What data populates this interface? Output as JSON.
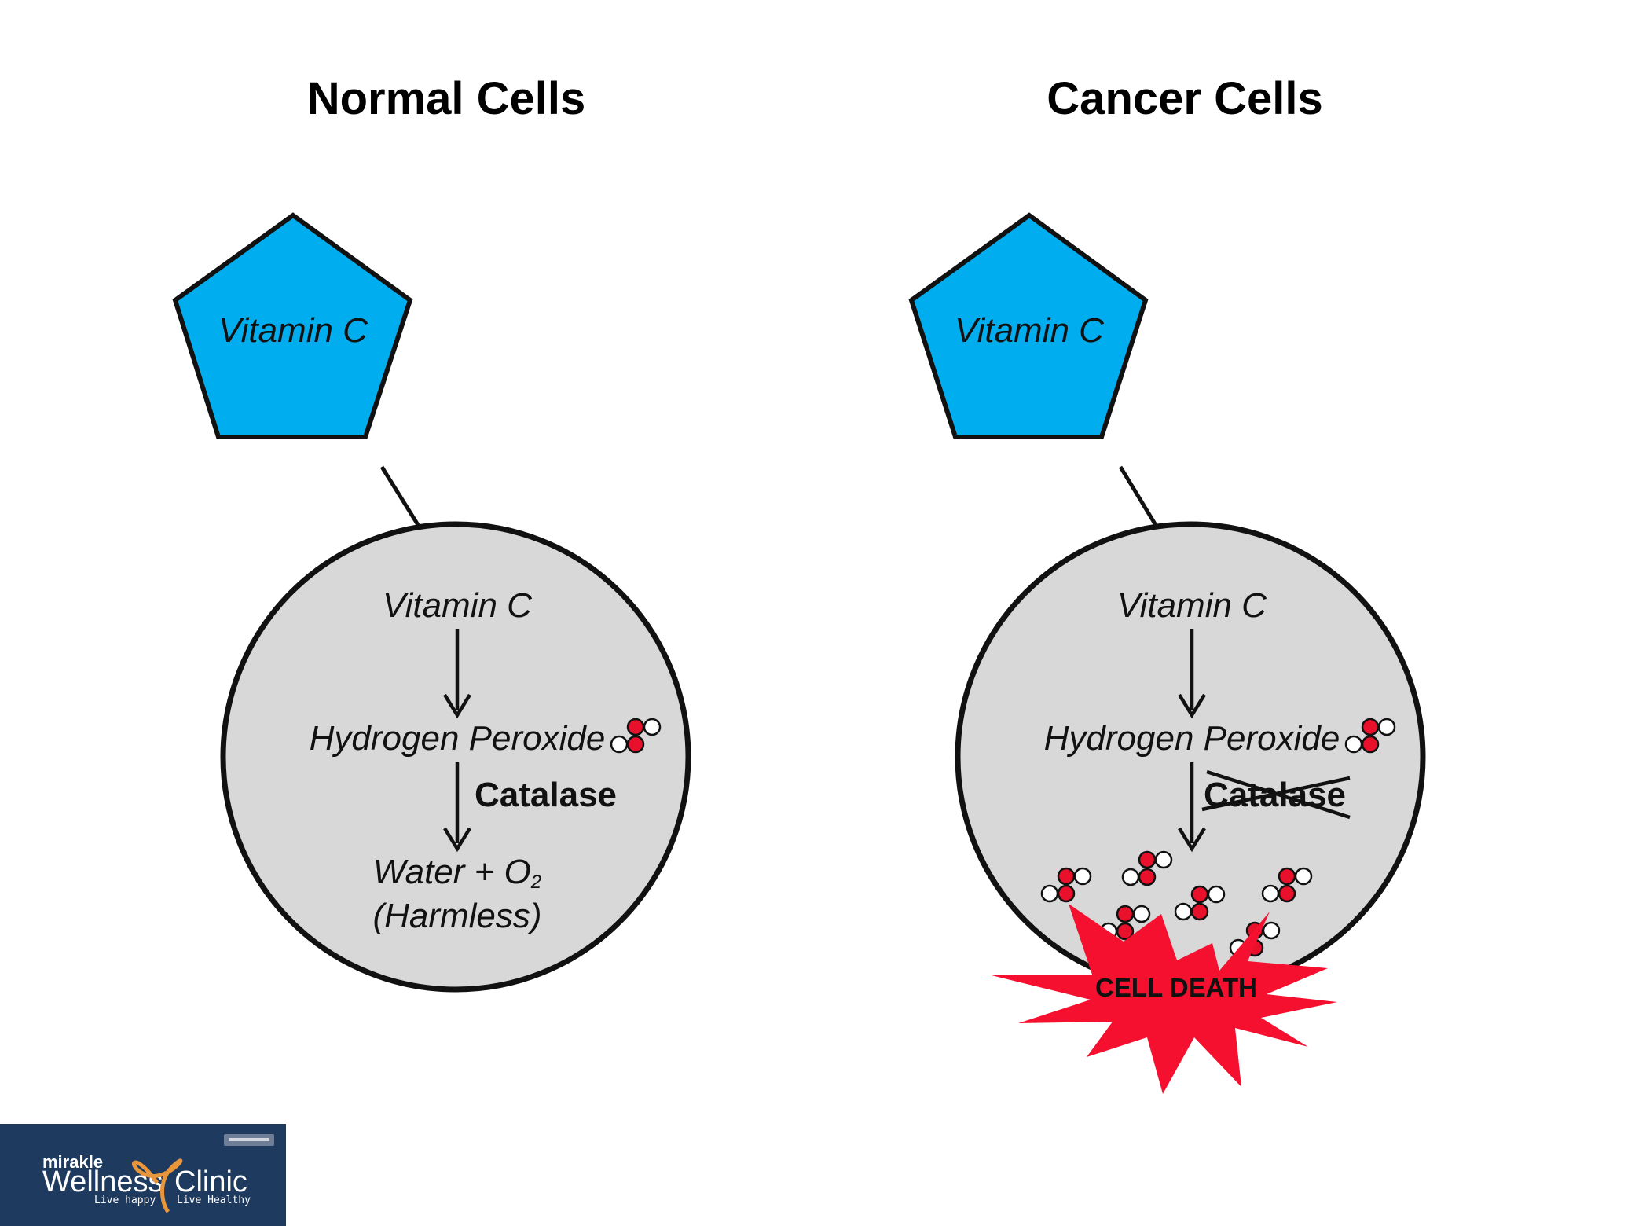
{
  "panels": {
    "normal": {
      "title": "Normal Cells",
      "pentagon_label": "Vitamin C",
      "step1": "Vitamin C",
      "step2": "Hydrogen Peroxide",
      "enzyme": "Catalase",
      "step3_a": "Water + O",
      "step3_sub": "2",
      "step3_b": "(Harmless)"
    },
    "cancer": {
      "title": "Cancer Cells",
      "pentagon_label": "Vitamin C",
      "step1": "Vitamin C",
      "step2": "Hydrogen Peroxide",
      "enzyme": "Catalase",
      "outcome": "CELL DEATH"
    }
  },
  "logo": {
    "brand": "mirakle",
    "name_left": "Wellness",
    "name_right": "Clinic",
    "tagline_left": "Live happy",
    "tagline_right": "Live Healthy"
  },
  "colors": {
    "pentagon": "#00AEEF",
    "cell": "#D8D8D8",
    "molecule_red": "#E8102A",
    "burst": "#F5102F",
    "logo_bg": "#1F3A5F"
  }
}
